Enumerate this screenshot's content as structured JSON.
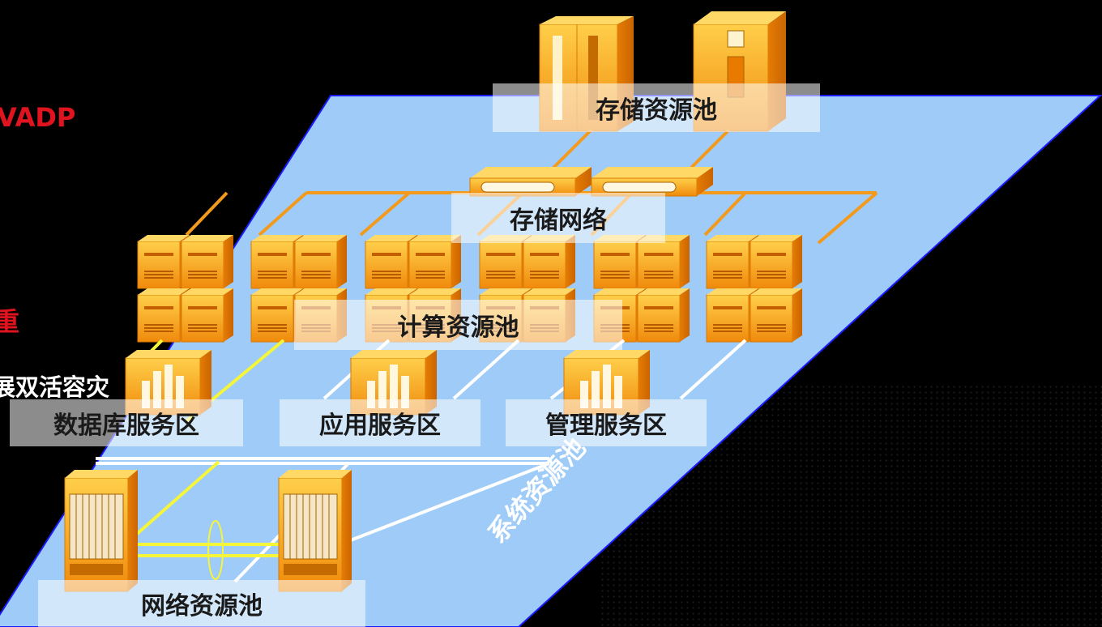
{
  "side_labels": {
    "vadp": "VADP",
    "zhong": "重",
    "disaster": "展双活容灾"
  },
  "diagram": {
    "storage_pool": "存储资源池",
    "storage_network": "存储网络",
    "compute_pool": "计算资源池",
    "db_zone": "数据库服务区",
    "app_zone": "应用服务区",
    "mgmt_zone": "管理服务区",
    "network_pool": "网络资源池",
    "system_pool": "系统资源池"
  },
  "colors": {
    "platform": "#9ecbf7",
    "platform_border": "#1a1aff",
    "device_orange": "#f39a1c",
    "link_orange": "#f39a1c",
    "link_yellow": "#f5f53a",
    "link_white": "#ffffff",
    "accent_red": "#e0141e"
  },
  "icons": {
    "storage": "storage-array-icon",
    "switch": "network-switch-icon",
    "server": "server-stack-icon",
    "zone": "server-cluster-icon",
    "router": "core-router-icon"
  }
}
